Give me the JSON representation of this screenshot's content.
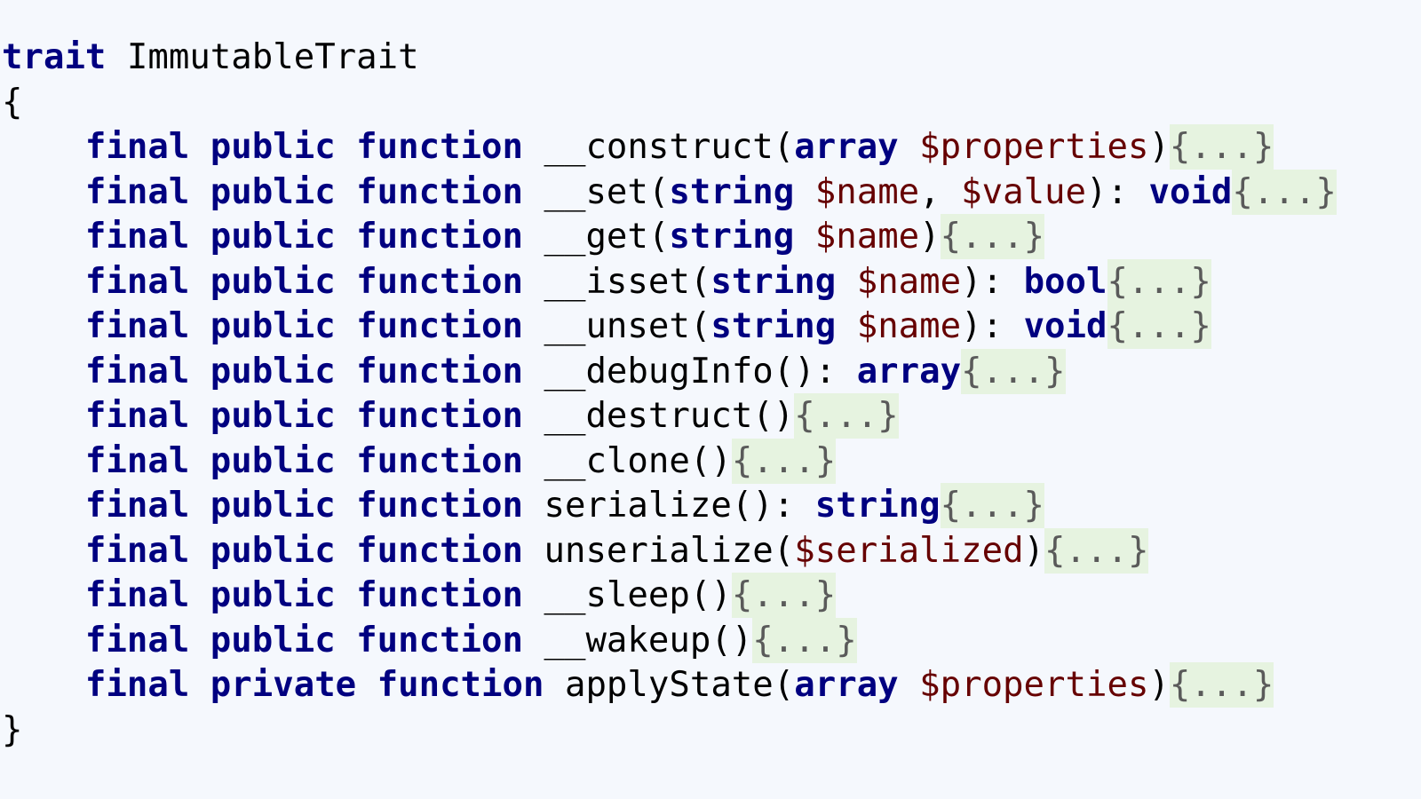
{
  "colors": {
    "background": "#f5f8fd",
    "keyword": "#000080",
    "variable": "#660000",
    "fold_background": "#e6f3e0",
    "fold_text": "#5a5a5a"
  },
  "code_lines": [
    [
      [
        "kw",
        "trait"
      ],
      [
        "plain",
        " ImmutableTrait"
      ]
    ],
    [
      [
        "plain",
        "{"
      ]
    ],
    [
      [
        "plain",
        "    "
      ],
      [
        "kw",
        "final public function"
      ],
      [
        "plain",
        " __construct("
      ],
      [
        "kw",
        "array"
      ],
      [
        "plain",
        " "
      ],
      [
        "var",
        "$properties"
      ],
      [
        "plain",
        ")"
      ],
      [
        "fold",
        "{...}"
      ]
    ],
    [
      [
        "plain",
        "    "
      ],
      [
        "kw",
        "final public function"
      ],
      [
        "plain",
        " __set("
      ],
      [
        "kw",
        "string"
      ],
      [
        "plain",
        " "
      ],
      [
        "var",
        "$name"
      ],
      [
        "plain",
        ", "
      ],
      [
        "var",
        "$value"
      ],
      [
        "plain",
        "): "
      ],
      [
        "kw",
        "void"
      ],
      [
        "fold",
        "{...}"
      ]
    ],
    [
      [
        "plain",
        "    "
      ],
      [
        "kw",
        "final public function"
      ],
      [
        "plain",
        " __get("
      ],
      [
        "kw",
        "string"
      ],
      [
        "plain",
        " "
      ],
      [
        "var",
        "$name"
      ],
      [
        "plain",
        ")"
      ],
      [
        "fold",
        "{...}"
      ]
    ],
    [
      [
        "plain",
        "    "
      ],
      [
        "kw",
        "final public function"
      ],
      [
        "plain",
        " __isset("
      ],
      [
        "kw",
        "string"
      ],
      [
        "plain",
        " "
      ],
      [
        "var",
        "$name"
      ],
      [
        "plain",
        "): "
      ],
      [
        "kw",
        "bool"
      ],
      [
        "fold",
        "{...}"
      ]
    ],
    [
      [
        "plain",
        "    "
      ],
      [
        "kw",
        "final public function"
      ],
      [
        "plain",
        " __unset("
      ],
      [
        "kw",
        "string"
      ],
      [
        "plain",
        " "
      ],
      [
        "var",
        "$name"
      ],
      [
        "plain",
        "): "
      ],
      [
        "kw",
        "void"
      ],
      [
        "fold",
        "{...}"
      ]
    ],
    [
      [
        "plain",
        "    "
      ],
      [
        "kw",
        "final public function"
      ],
      [
        "plain",
        " __debugInfo(): "
      ],
      [
        "kw",
        "array"
      ],
      [
        "fold",
        "{...}"
      ]
    ],
    [
      [
        "plain",
        "    "
      ],
      [
        "kw",
        "final public function"
      ],
      [
        "plain",
        " __destruct()"
      ],
      [
        "fold",
        "{...}"
      ]
    ],
    [
      [
        "plain",
        "    "
      ],
      [
        "kw",
        "final public function"
      ],
      [
        "plain",
        " __clone()"
      ],
      [
        "fold",
        "{...}"
      ]
    ],
    [
      [
        "plain",
        "    "
      ],
      [
        "kw",
        "final public function"
      ],
      [
        "plain",
        " serialize(): "
      ],
      [
        "kw",
        "string"
      ],
      [
        "fold",
        "{...}"
      ]
    ],
    [
      [
        "plain",
        "    "
      ],
      [
        "kw",
        "final public function"
      ],
      [
        "plain",
        " unserialize("
      ],
      [
        "var",
        "$serialized"
      ],
      [
        "plain",
        ")"
      ],
      [
        "fold",
        "{...}"
      ]
    ],
    [
      [
        "plain",
        "    "
      ],
      [
        "kw",
        "final public function"
      ],
      [
        "plain",
        " __sleep()"
      ],
      [
        "fold",
        "{...}"
      ]
    ],
    [
      [
        "plain",
        "    "
      ],
      [
        "kw",
        "final public function"
      ],
      [
        "plain",
        " __wakeup()"
      ],
      [
        "fold",
        "{...}"
      ]
    ],
    [
      [
        "plain",
        "    "
      ],
      [
        "kw",
        "final private function"
      ],
      [
        "plain",
        " applyState("
      ],
      [
        "kw",
        "array"
      ],
      [
        "plain",
        " "
      ],
      [
        "var",
        "$properties"
      ],
      [
        "plain",
        ")"
      ],
      [
        "fold",
        "{...}"
      ]
    ],
    [
      [
        "plain",
        "}"
      ]
    ]
  ]
}
